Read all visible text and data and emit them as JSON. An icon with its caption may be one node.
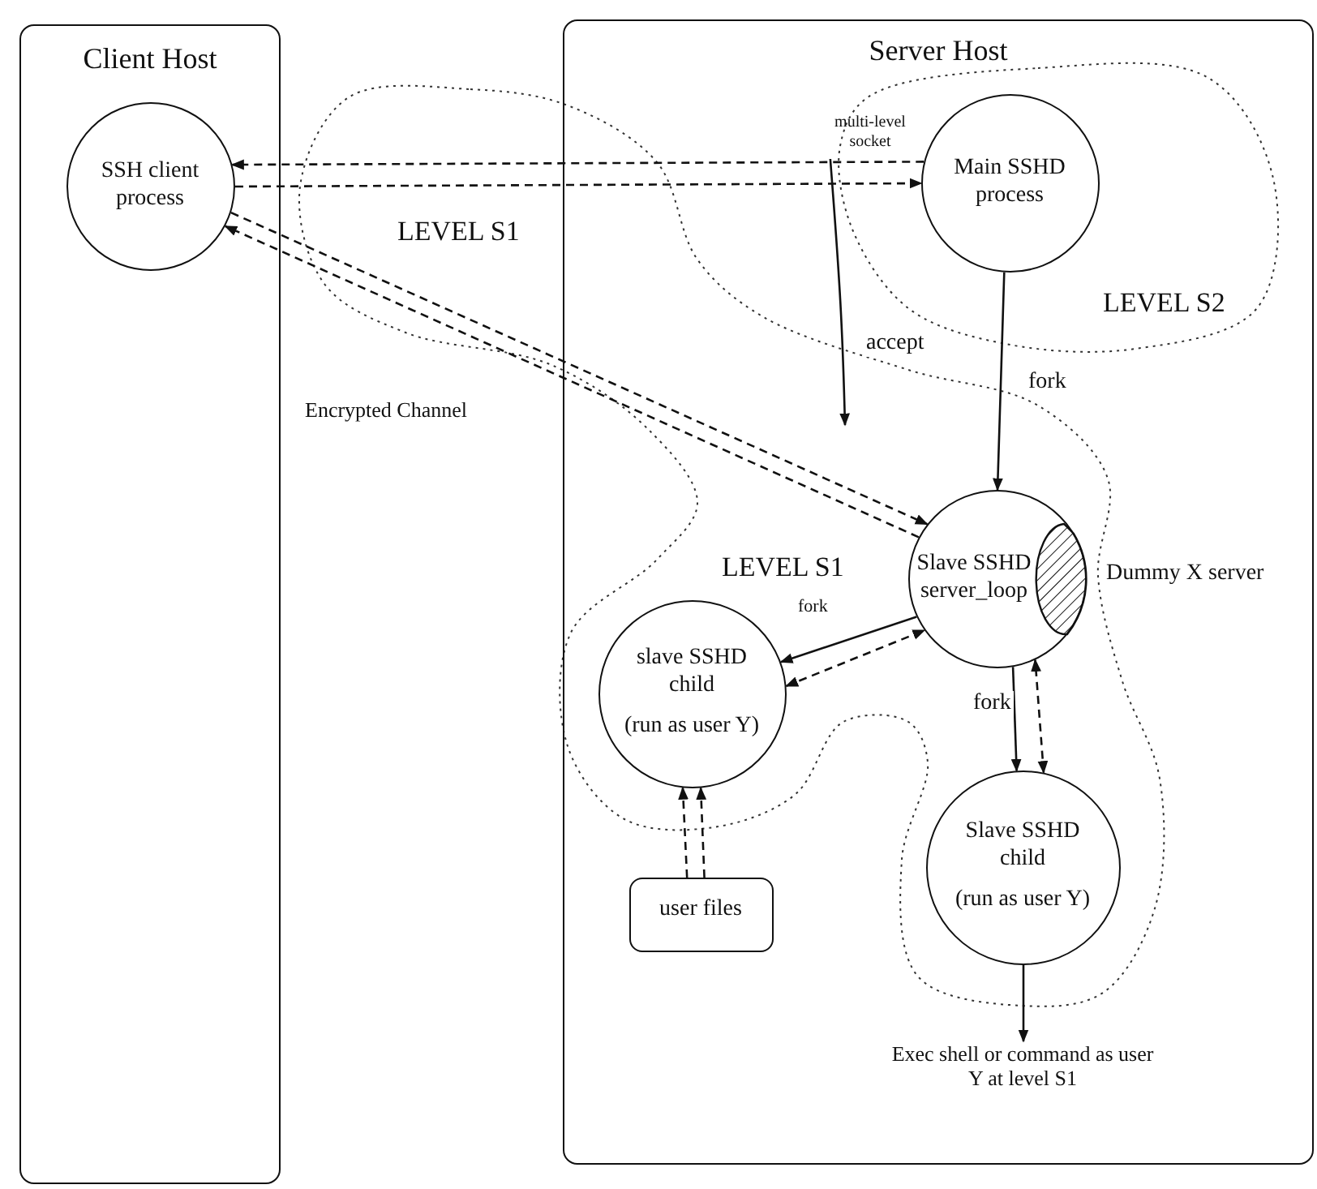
{
  "diagram": {
    "nodes": [
      {
        "text": [
          "Client Host"
        ]
      },
      {
        "text": [
          "SSH client process"
        ],
        "in": 0
      },
      {
        "text": [
          "Server Host"
        ]
      },
      {
        "text": [
          "Main SSHD process"
        ],
        "in": 2
      },
      {
        "text": [
          "Slave SSHD server_loop"
        ],
        "in": 2,
        "beside": [
          "Dummy X server"
        ]
      },
      {
        "text": [
          "slave SSHD child",
          "(run as user Y)"
        ],
        "in": 2
      },
      {
        "text": [
          "Slave SSHD child",
          "(run as user Y)"
        ],
        "in": 2
      },
      {
        "text": [
          "user files"
        ],
        "in": 2
      },
      {
        "text": [
          "Exec shell or command as user Y at level S1"
        ],
        "in": 2
      },
      {
        "text": [
          "multi-level socket"
        ],
        "in": 2
      }
    ],
    "edges": [
      {
        "from": 3,
        "to": 1,
        "arrow": "to",
        "style": "dashed"
      },
      {
        "from": 1,
        "to": 3,
        "arrow": "to",
        "style": "dashed"
      },
      {
        "from": 1,
        "to": 4,
        "arrow": "to",
        "style": "dashed"
      },
      {
        "from": 4,
        "to": 1,
        "arrow": "to",
        "style": "dashed"
      },
      {
        "from": 9,
        "to": null,
        "arrow": "to",
        "label": "accept"
      },
      {
        "from": 3,
        "to": 4,
        "arrow": "to",
        "label": "fork"
      },
      {
        "from": 4,
        "to": 5,
        "arrow": "to",
        "label": "fork"
      },
      {
        "from": 5,
        "to": 4,
        "arrow": "both",
        "style": "dashed"
      },
      {
        "from": 4,
        "to": 6,
        "arrow": "to",
        "label": "fork"
      },
      {
        "from": 6,
        "to": 4,
        "arrow": "both",
        "style": "dashed"
      },
      {
        "from": 7,
        "to": 5,
        "arrow": "to",
        "style": "dashed"
      },
      {
        "from": 7,
        "to": 5,
        "arrow": "to",
        "style": "dashed"
      },
      {
        "from": 6,
        "to": 8,
        "arrow": "to"
      }
    ],
    "labels": [
      "LEVEL S1",
      "LEVEL S2",
      "Encrypted Channel",
      "LEVEL S1"
    ]
  }
}
